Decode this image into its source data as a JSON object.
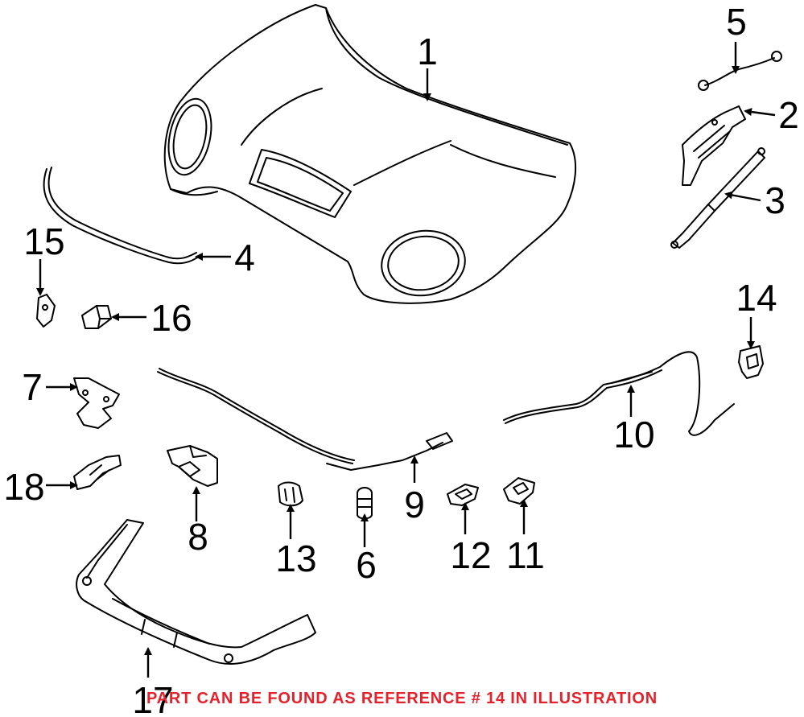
{
  "diagram": {
    "callouts": {
      "c1": "1",
      "c2": "2",
      "c3": "3",
      "c4": "4",
      "c5": "5",
      "c6": "6",
      "c7": "7",
      "c8": "8",
      "c9": "9",
      "c10": "10",
      "c11": "11",
      "c12": "12",
      "c13": "13",
      "c14": "14",
      "c15": "15",
      "c16": "16",
      "c17": "17",
      "c18": "18"
    },
    "footer_note": "PART CAN BE FOUND AS REFERENCE # 14 IN ILLUSTRATION",
    "colors": {
      "note": "#e3222b",
      "line": "#000000",
      "background": "#ffffff"
    }
  }
}
